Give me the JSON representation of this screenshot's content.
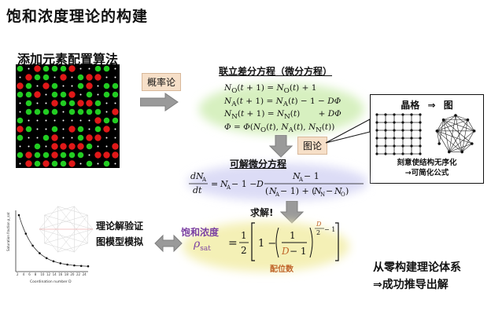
{
  "title": "饱和浓度理论的构建",
  "lattice": {
    "title": "添加元素配置算法"
  },
  "tags": {
    "probability": "概率论",
    "graph_theory": "图论"
  },
  "simultaneous": {
    "title": "联立差分方程（微分方程）",
    "lines": [
      "N_O(t + 1) = N_O(t) + 1",
      "N_A(t + 1) = N_A(t) − 1 − DΦ",
      "N_N(t + 1) = N_N(t)       + DΦ",
      "Φ = Φ(N_O(t), N_A(t), N_N(t))"
    ]
  },
  "solvable": {
    "title": "可解微分方程",
    "equation": "dN_A/dt = N_A − 1 − D (N_A − 1)/((N_A − 1) + (N_N − N_O))"
  },
  "graph_box": {
    "title_left": "晶格",
    "arrow": "⇒",
    "title_right": "图",
    "caption_line1": "刻意使结构无序化",
    "caption_line2": "→可简化公式"
  },
  "solve_label": "求解!",
  "saturation": {
    "label_line1": "饱和浓度",
    "symbol": "ρ",
    "subscript": "sat",
    "formula": "ρ_sat = 1/2 [1 − (1/(D − 1))^(D/2 − 1)]",
    "coord_label": "配位数"
  },
  "verify": {
    "line1": "理论解验证",
    "line2": "图模型模拟"
  },
  "inset_plot": {
    "ylabel": "Saturation fraction ρ_sat",
    "xlabel": "Coordination number D",
    "x_ticks": [
      "2",
      "4",
      "6",
      "8",
      "10",
      "12",
      "14",
      "16",
      "18",
      "20",
      "22",
      "24"
    ]
  },
  "conclusion": {
    "line1": "从零构建理论体系",
    "line2": "⇒成功推导出解"
  },
  "colors": {
    "lattice_bg": "#000000",
    "atom_red": "#e01818",
    "atom_green": "#22cc22",
    "tag_bg": "#f6dfc8",
    "arrow_gray": "#9a9a9a",
    "eq1_glow": "#d7f0c0",
    "eq2_glow": "#dcdcf6",
    "sat_glow": "#f4f0b6",
    "sat_label": "#7a3fa2",
    "coord_label": "#c0652a"
  }
}
